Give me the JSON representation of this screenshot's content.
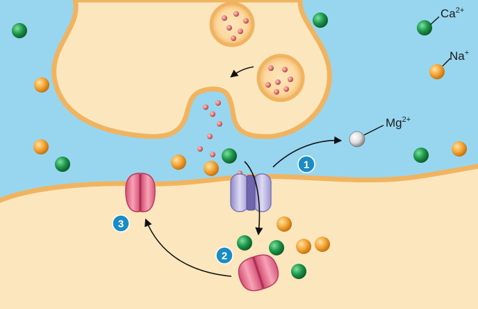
{
  "labels": {
    "ca": {
      "base": "Ca",
      "sup": "2+"
    },
    "na": {
      "base": "Na",
      "sup": "+"
    },
    "mg": {
      "base": "Mg",
      "sup": "2+"
    }
  },
  "steps": [
    "1",
    "2",
    "3"
  ],
  "colors": {
    "extracellular": "#98d6ef",
    "cytoplasm": "#fbe6bd",
    "membrane": "#f0b461",
    "step_badge": "#1b8bc4",
    "calcium_ion": "#1e9a4c",
    "sodium_ion": "#f3a838",
    "magnesium_ion": "#e8e8e8",
    "neurotransmitter": "#e07a78",
    "nmda_receptor": "#bdb9e4",
    "ampa_receptor": "#ec7f9a"
  },
  "icons": {
    "calcium_ion": "green-sphere",
    "sodium_ion": "orange-sphere",
    "magnesium_ion": "grey-sphere",
    "vesicle": "circle-with-dots",
    "receptor": "barrel-shape"
  }
}
